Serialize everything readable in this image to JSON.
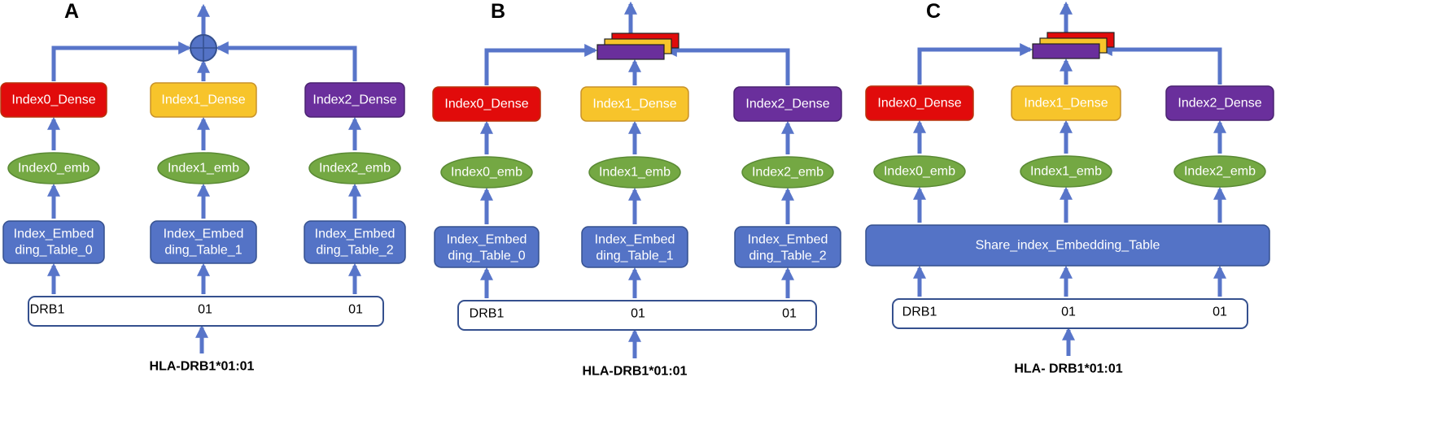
{
  "colors": {
    "arrow": "#5875c9",
    "red": "#e10b0b",
    "yellow": "#f7c42b",
    "purple": "#6a2f9c",
    "green": "#74a843",
    "blue": "#5473c6",
    "blue_stroke": "#35508e",
    "outline": "#35508e"
  },
  "panels": [
    {
      "label": "A",
      "combine": "add",
      "dense": [
        "Index0_Dense",
        "Index1_Dense",
        "Index2_Dense"
      ],
      "emb": [
        "Index0_emb",
        "Index1_emb",
        "Index2_emb"
      ],
      "table_shared": false,
      "tables": [
        [
          "Index_Embed",
          "ding_Table_0"
        ],
        [
          "Index_Embed",
          "ding_Table_1"
        ],
        [
          "Index_Embed",
          "ding_Table_2"
        ]
      ],
      "input": [
        "DRB1",
        "01",
        "01"
      ],
      "caption": "HLA-DRB1*01:01"
    },
    {
      "label": "B",
      "combine": "concat",
      "dense": [
        "Index0_Dense",
        "Index1_Dense",
        "Index2_Dense"
      ],
      "emb": [
        "Index0_emb",
        "Index1_emb",
        "Index2_emb"
      ],
      "table_shared": false,
      "tables": [
        [
          "Index_Embed",
          "ding_Table_0"
        ],
        [
          "Index_Embed",
          "ding_Table_1"
        ],
        [
          "Index_Embed",
          "ding_Table_2"
        ]
      ],
      "input": [
        "DRB1",
        "01",
        "01"
      ],
      "caption": "HLA-DRB1*01:01"
    },
    {
      "label": "C",
      "combine": "concat",
      "dense": [
        "Index0_Dense",
        "Index1_Dense",
        "Index2_Dense"
      ],
      "emb": [
        "Index0_emb",
        "Index1_emb",
        "Index2_emb"
      ],
      "table_shared": true,
      "tables": [
        [
          "Share_index_Embedding_Table"
        ]
      ],
      "input": [
        "DRB1",
        "01",
        "01"
      ],
      "caption": "HLA- DRB1*01:01"
    }
  ]
}
